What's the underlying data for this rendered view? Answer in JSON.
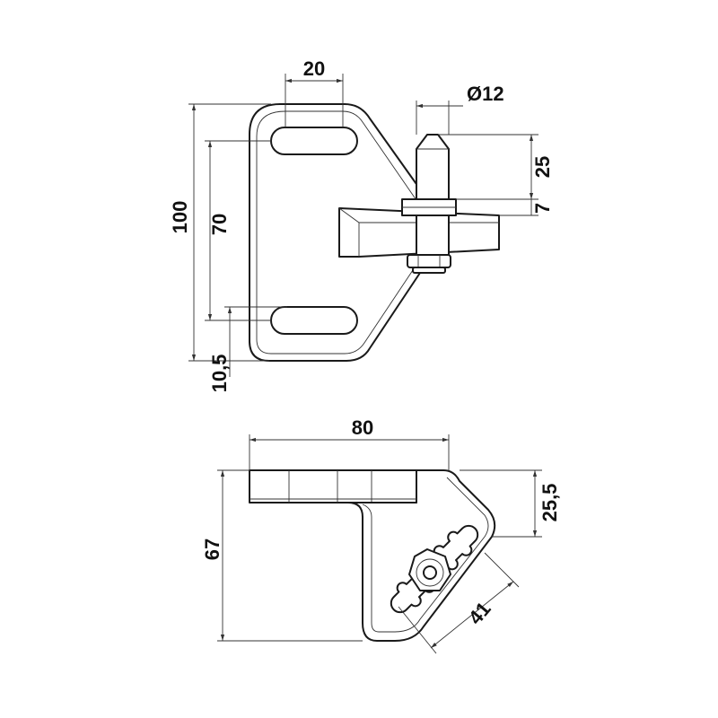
{
  "drawing": {
    "line_color": "#1a1a1a",
    "background": "#ffffff"
  },
  "front_view": {
    "dims": {
      "slot_spacing": "20",
      "pin_diameter": "Ø12",
      "pin_height": "25",
      "flange_thickness": "7",
      "overall_height": "100",
      "hole_spacing": "70",
      "bottom_offset": "10,5"
    }
  },
  "top_view": {
    "dims": {
      "overall_width": "80",
      "top_offset": "25,5",
      "overall_depth": "67",
      "slot_length": "41"
    }
  }
}
